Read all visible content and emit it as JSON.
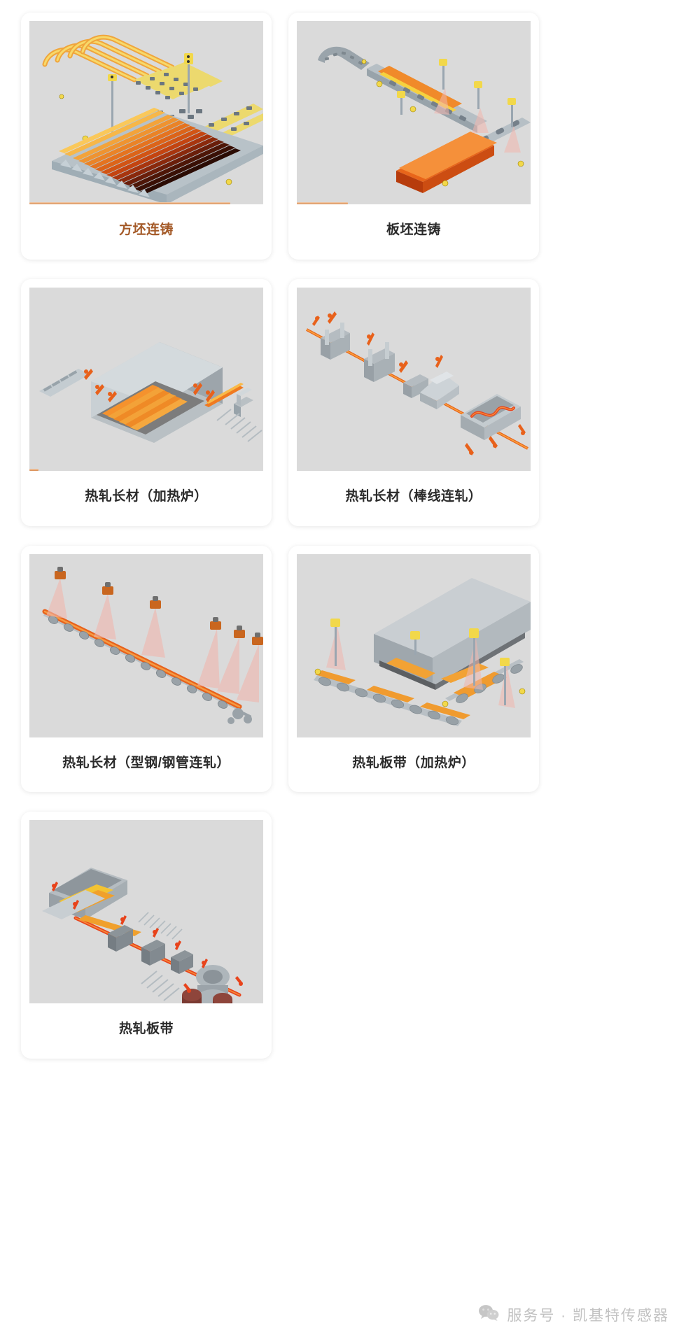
{
  "page": {
    "background_color": "#ffffff",
    "card_background": "#ffffff",
    "thumb_background": "#dadada",
    "accent_color": "#a45a28",
    "underline_color": "#d98a4e",
    "footer_text_color": "#c2c2c2"
  },
  "cards": [
    {
      "id": "billet-continuous-casting",
      "caption": "方坯连铸",
      "caption_style": "accent",
      "underline_width_pct": 86,
      "illustration": "billet-continuous-casting-illustration"
    },
    {
      "id": "slab-continuous-casting",
      "caption": "板坯连铸",
      "caption_style": "normal",
      "underline_width_pct": 22,
      "illustration": "slab-continuous-casting-illustration"
    },
    {
      "id": "hot-rolled-long-reheating-furnace",
      "caption": "热轧长材（加热炉）",
      "caption_style": "normal",
      "underline_width_pct": 4,
      "illustration": "reheating-furnace-illustration"
    },
    {
      "id": "hot-rolled-long-bar-wire-rolling",
      "caption": "热轧长材（棒线连轧）",
      "caption_style": "normal",
      "underline_width_pct": 0,
      "illustration": "bar-wire-rolling-illustration"
    },
    {
      "id": "hot-rolled-long-section-tube-rolling",
      "caption": "热轧长材（型钢/钢管连轧）",
      "caption_style": "normal",
      "underline_width_pct": 0,
      "illustration": "section-tube-rolling-illustration"
    },
    {
      "id": "hot-rolled-strip-reheating-furnace",
      "caption": "热轧板带（加热炉）",
      "caption_style": "normal",
      "underline_width_pct": 0,
      "illustration": "strip-reheating-furnace-illustration"
    },
    {
      "id": "hot-rolled-strip",
      "caption": "热轧板带",
      "caption_style": "normal",
      "underline_width_pct": 0,
      "illustration": "hot-strip-mill-illustration"
    }
  ],
  "footer": {
    "icon": "wechat-icon",
    "label": "服务号 · 凯基特传感器"
  }
}
